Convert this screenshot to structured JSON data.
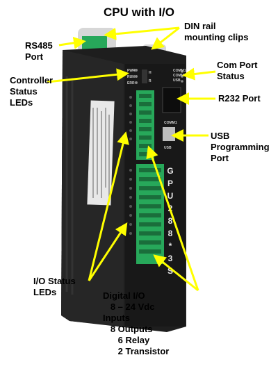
{
  "title": "CPU with I/O",
  "callouts": {
    "rs485": "RS485\nPort",
    "din": "DIN rail\nmounting clips",
    "controller_leds": "Controller\nStatus\nLEDs",
    "com_status": "Com Port\nStatus",
    "r232": "R232 Port",
    "usb": "USB\nProgramming\nPort",
    "io_leds": "I/O Status\nLEDs",
    "digital_io": "Digital I/O\n   8 – 24 Vdc\nInputs\n   8 Outputs\n      6 Relay\n      2 Transistor"
  },
  "device": {
    "model_vertical": [
      "G",
      "P",
      "U",
      "2",
      "8",
      "8",
      "*",
      "3",
      "S"
    ],
    "led_labels": [
      "PWR",
      "RUN",
      "ERR"
    ],
    "switch_labels": [
      "H",
      "R"
    ],
    "com_labels": [
      "COMM1",
      "COMM2",
      "USB"
    ],
    "comm1_label": "COMM1",
    "usb_label": "USB"
  },
  "colors": {
    "arrow": "#ffff00",
    "body": "#1e1e1e",
    "terminal": "#27a85a",
    "clip": "#d7d7d7"
  }
}
